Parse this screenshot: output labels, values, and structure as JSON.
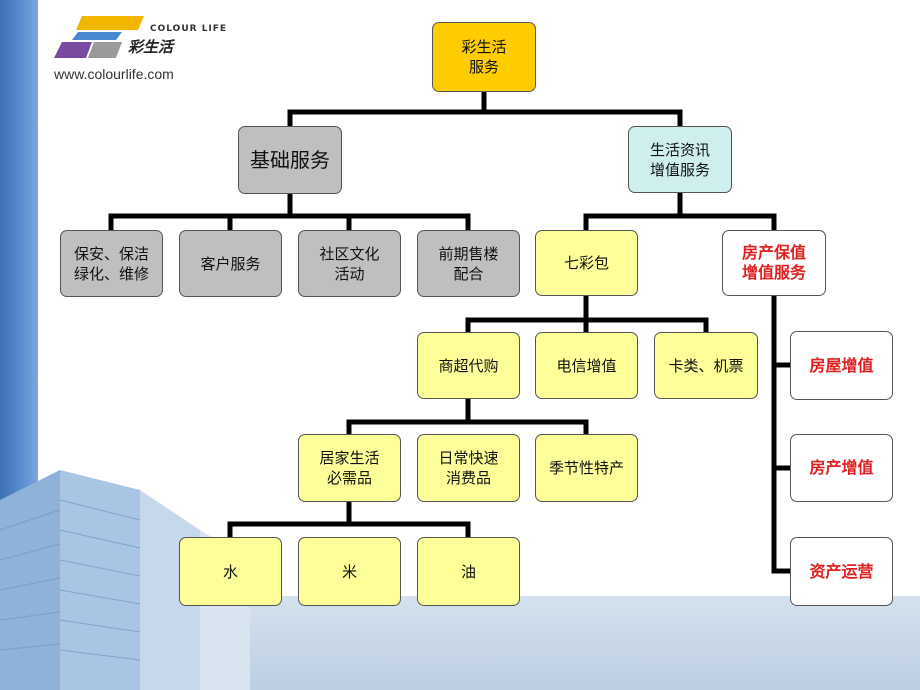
{
  "brand": {
    "logo_en": "COLOUR LIFE",
    "logo_cn": "彩生活",
    "url": "www.colourlife.com"
  },
  "root": {
    "line1": "彩生活",
    "line2": "服务"
  },
  "basic": {
    "title": "基础服务",
    "items": [
      {
        "line1": "保安、保洁",
        "line2": "绿化、维修"
      },
      {
        "line1": "客户服务",
        "line2": ""
      },
      {
        "line1": "社区文化",
        "line2": "活动"
      },
      {
        "line1": "前期售楼",
        "line2": "配合"
      }
    ]
  },
  "value_added": {
    "line1": "生活资讯",
    "line2": "增值服务"
  },
  "qicaibao": {
    "title": "七彩包",
    "items": [
      "商超代购",
      "电信增值",
      "卡类、机票"
    ]
  },
  "shangchao": {
    "items": [
      {
        "line1": "居家生活",
        "line2": "必需品"
      },
      {
        "line1": "日常快速",
        "line2": "消费品"
      },
      {
        "line1": "季节性特产",
        "line2": ""
      }
    ]
  },
  "necessities": {
    "items": [
      "水",
      "米",
      "油"
    ]
  },
  "property": {
    "line1": "房产保值",
    "line2": "增值服务",
    "items": [
      "房屋增值",
      "房产增值",
      "资产运营"
    ]
  },
  "colors": {
    "yellow": "#ffff99",
    "gray": "#bfbfbf",
    "cyan": "#cfeeee",
    "gold": "#ffcc00",
    "red": "#e02020"
  }
}
